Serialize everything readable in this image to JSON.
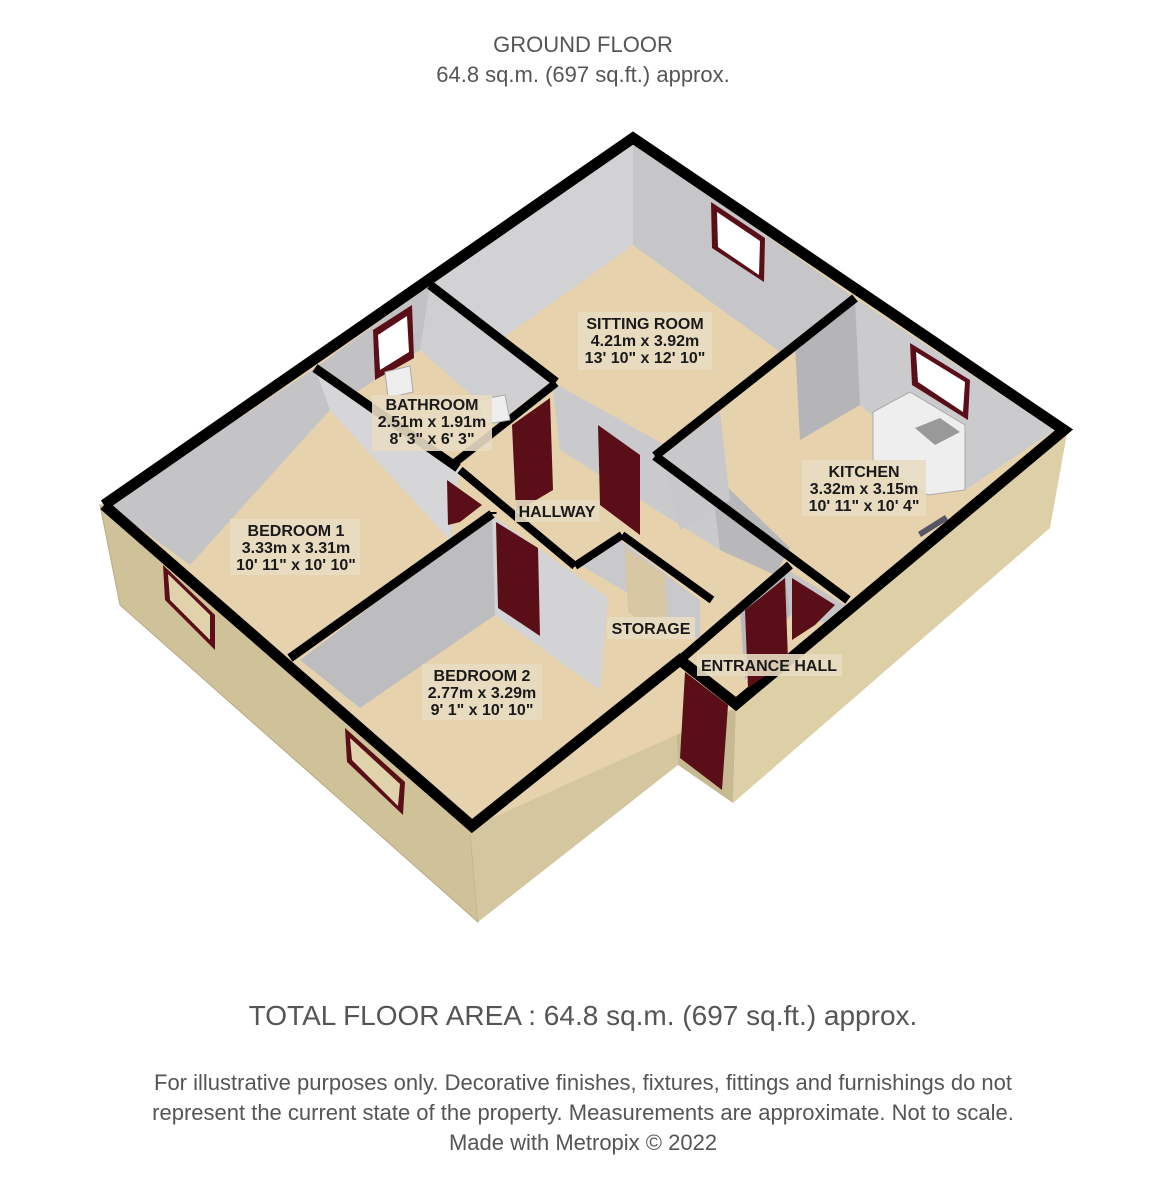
{
  "header": {
    "floor_name": "GROUND FLOOR",
    "floor_area": "64.8 sq.m. (697 sq.ft.) approx."
  },
  "rooms": {
    "sitting_room": {
      "name": "SITTING ROOM",
      "metric": "4.21m x 3.92m",
      "imperial": "13' 10\" x 12' 10\""
    },
    "bathroom": {
      "name": "BATHROOM",
      "metric": "2.51m x 1.91m",
      "imperial": "8' 3\" x 6' 3\""
    },
    "kitchen": {
      "name": "KITCHEN",
      "metric": "3.32m x 3.15m",
      "imperial": "10' 11\" x 10' 4\""
    },
    "bedroom1": {
      "name": "BEDROOM 1",
      "metric": "3.33m x 3.31m",
      "imperial": "10' 11\" x 10' 10\""
    },
    "bedroom2": {
      "name": "BEDROOM 2",
      "metric": "2.77m x 3.29m",
      "imperial": "9' 1\" x 10' 10\""
    },
    "hallway": {
      "name": "HALLWAY"
    },
    "storage": {
      "name": "STORAGE"
    },
    "entrance_hall": {
      "name": "ENTRANCE HALL"
    }
  },
  "footer": {
    "total_area": "TOTAL FLOOR AREA : 64.8 sq.m. (697 sq.ft.) approx.",
    "disclaimer_line1": "For illustrative purposes only. Decorative finishes, fixtures, fittings and furnishings do not",
    "disclaimer_line2": "represent the current state of the property. Measurements are approximate. Not to scale.",
    "credit": "Made with Metropix © 2022"
  },
  "colors": {
    "floor": "#e6d2ad",
    "outer_wall": "#d9cb9f",
    "inner_wall": "#c9c9cb",
    "wall_top": "#000000",
    "door": "#5a0f18"
  }
}
